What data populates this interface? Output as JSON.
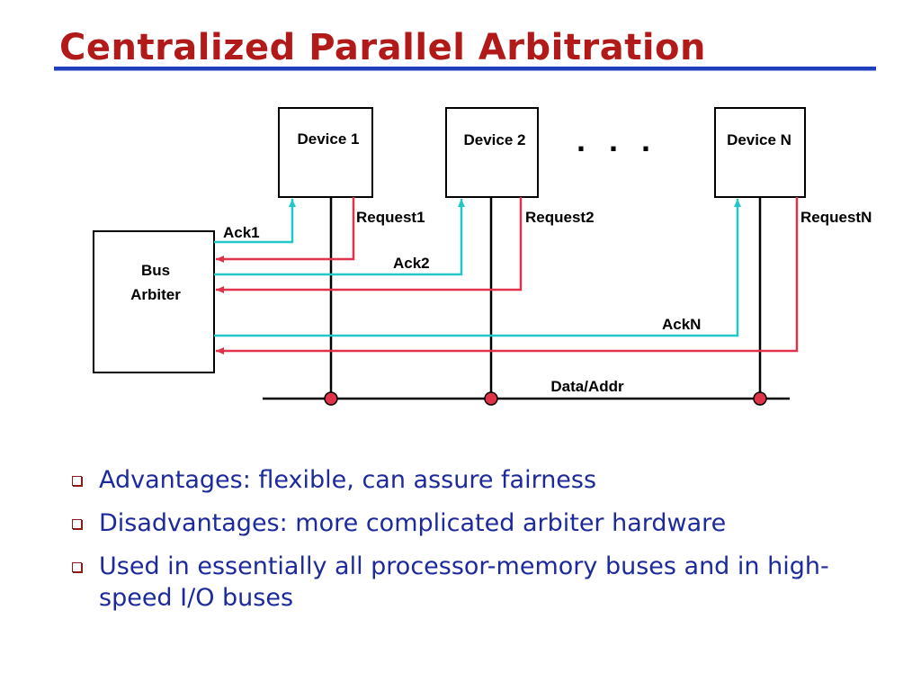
{
  "slide": {
    "title": "Centralized Parallel Arbitration"
  },
  "diagram": {
    "devices": [
      "Device 1",
      "Device 2",
      "Device N"
    ],
    "ellipsis": ". . .",
    "arbiter": [
      "Bus",
      "Arbiter"
    ],
    "acks": [
      "Ack1",
      "Ack2",
      "AckN"
    ],
    "requests": [
      "Request1",
      "Request2",
      "RequestN"
    ],
    "bus_label": "Data/Addr",
    "colors": {
      "ack": "#22c7c7",
      "request": "#e0334a",
      "bus": "#000000",
      "tap": "#e0334a"
    }
  },
  "bullets": [
    "Advantages:  flexible, can assure fairness",
    "Disadvantages:  more complicated arbiter hardware",
    "Used in essentially all processor-memory buses and in high-speed I/O buses"
  ]
}
